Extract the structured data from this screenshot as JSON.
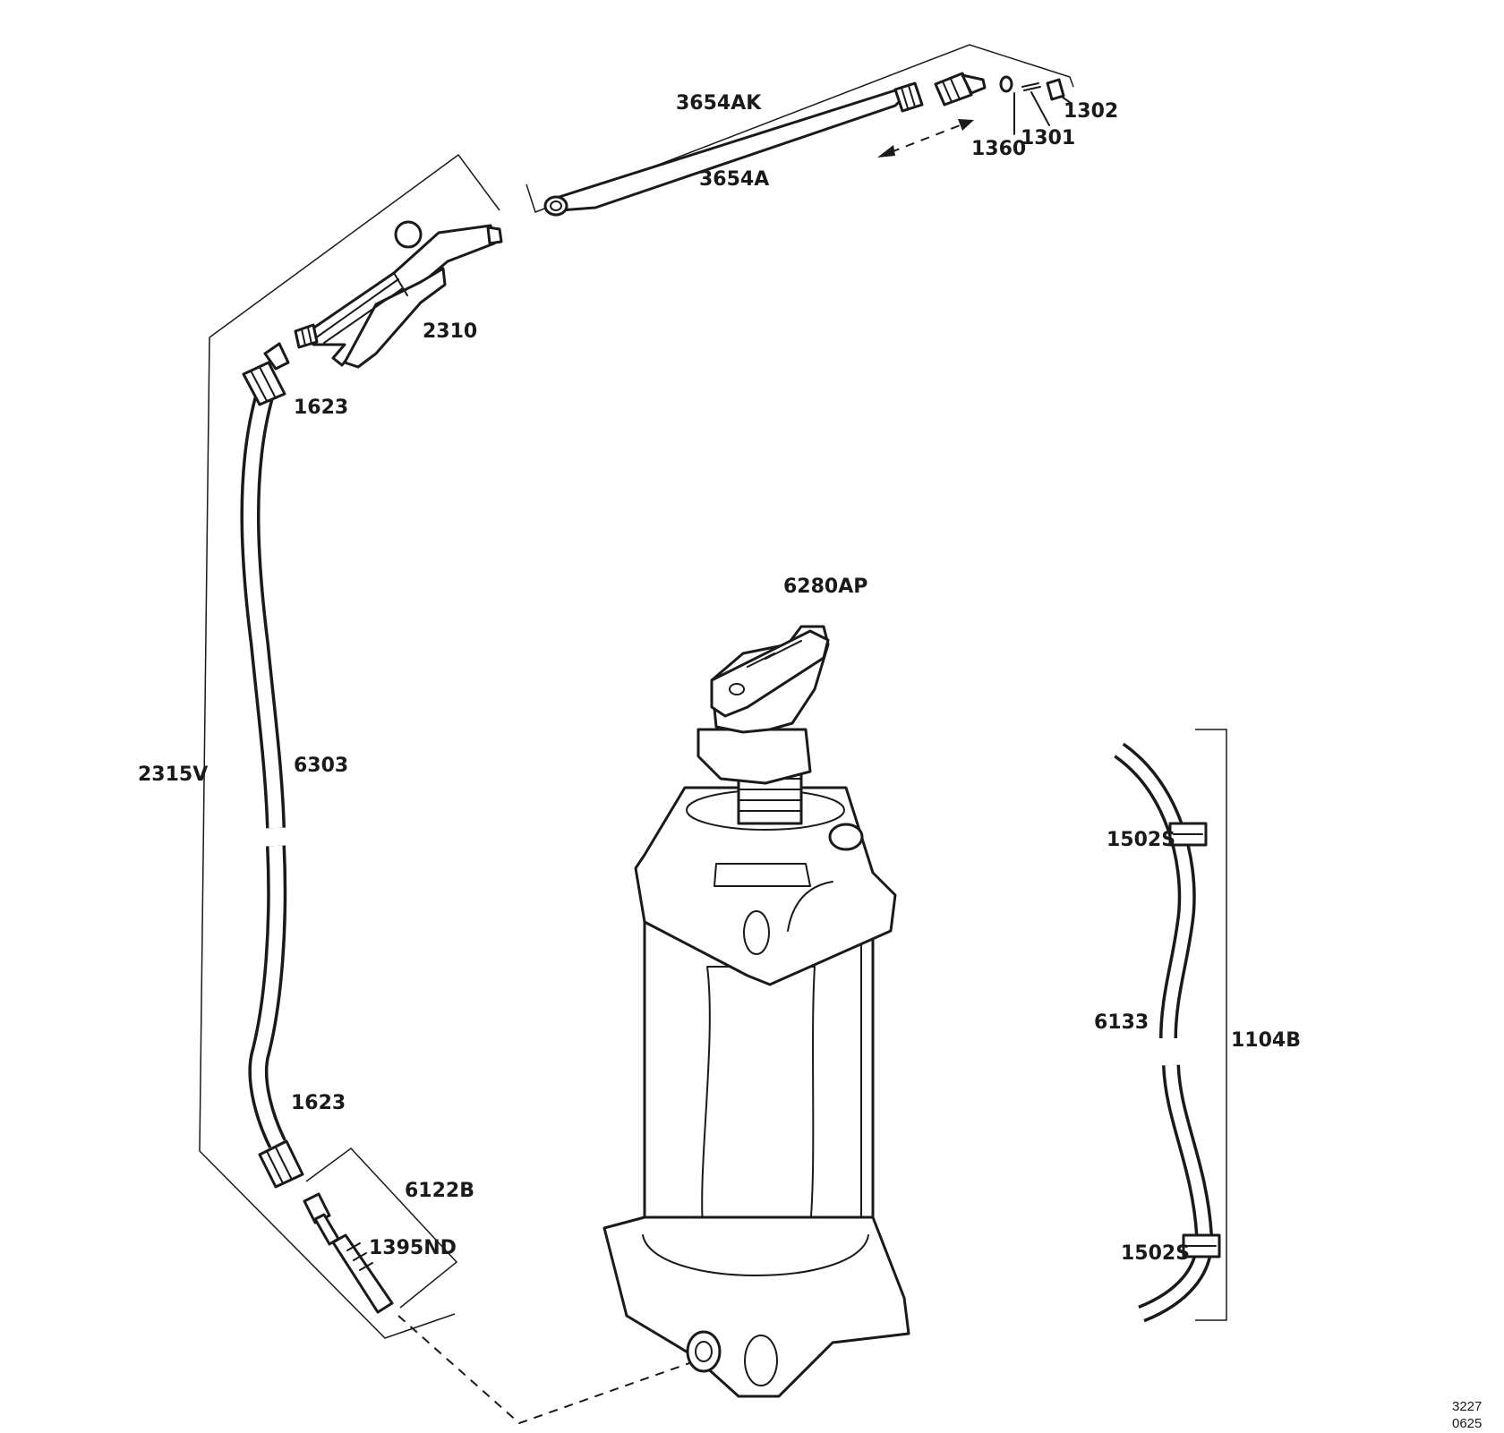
{
  "parts": {
    "lance_kit": "3654AK",
    "lance": "3654A",
    "nozzle_ring": "1360",
    "nozzle_insert": "1301",
    "nozzle_cap": "1302",
    "handle": "2310",
    "hose_nut_top": "1623",
    "hose_assembly": "2315V",
    "hose": "6303",
    "hose_nut_bottom": "1623",
    "fitting_kit": "6122B",
    "connector": "1395ND",
    "pump": "6280AP",
    "strap_clip_top": "1502S",
    "strap": "6133",
    "strap_assembly": "1104B",
    "strap_clip_bottom": "1502S"
  },
  "doc_code": {
    "line1": "3227",
    "line2": "0625"
  }
}
